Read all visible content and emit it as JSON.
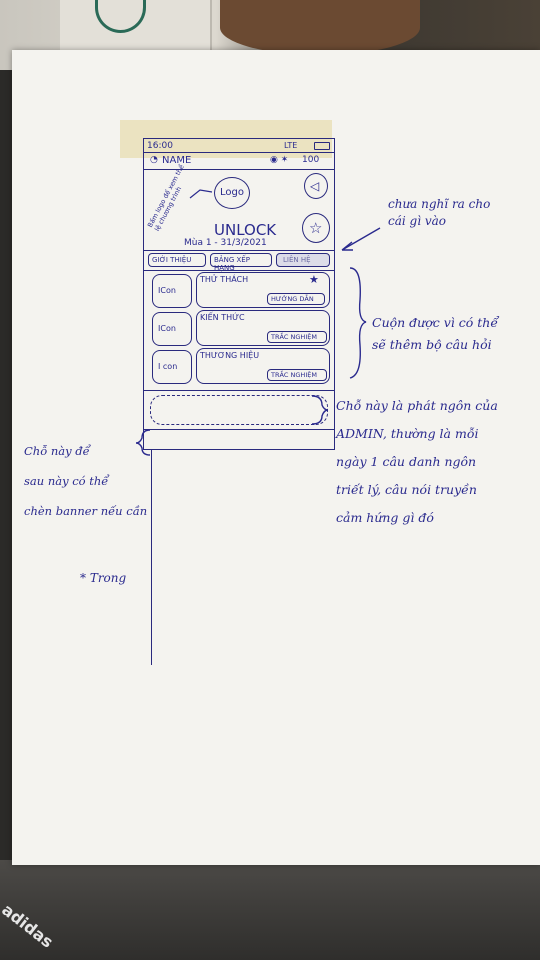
{
  "mock": {
    "status_time": "16:00",
    "status_right": "LTE",
    "name_label": "NAME",
    "score": "100",
    "logo_label": "Logo",
    "logo_note": "Bấm logo để xem thể lệ chương trình",
    "title": "UNLOCK",
    "season": "Mùa 1 - 31/3/2021",
    "tabs": [
      "GIỚI THIỆU",
      "BẢNG XẾP HẠNG",
      "LIÊN HỆ"
    ],
    "rows": [
      {
        "icon": "ICon",
        "title": "THỬ THÁCH",
        "badge": "HƯỚNG DẪN"
      },
      {
        "icon": "ICon",
        "title": "KIẾN THỨC",
        "badge": "TRẮC NGHIỆM"
      },
      {
        "icon": "I con",
        "title": "THƯƠNG HIỆU",
        "badge": "TRẮC NGHIỆM"
      }
    ]
  },
  "notes": {
    "top_right": [
      "chưa nghĩ ra cho",
      "cái gì vào"
    ],
    "middle_right": [
      "Cuộn được vì có thể",
      "sẽ thêm bộ câu hỏi"
    ],
    "lower_right": [
      "Chỗ này là phát ngôn của",
      "ADMIN, thường là mỗi",
      "ngày 1 câu danh ngôn",
      "triết lý, câu nói truyền",
      "cảm hứng gì đó"
    ],
    "left": [
      "Chỗ này để",
      "sau này có thể",
      "chèn banner nếu cần"
    ],
    "star": "* Trong"
  }
}
